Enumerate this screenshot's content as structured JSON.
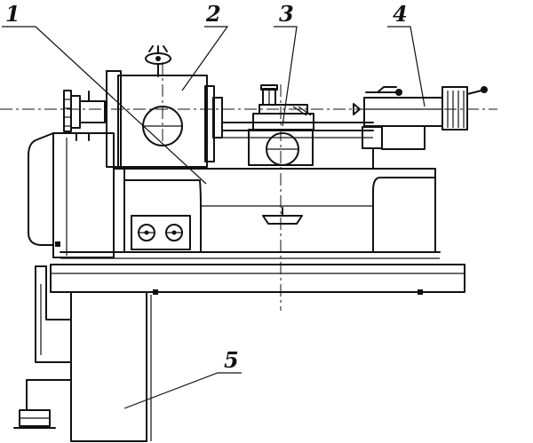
{
  "callouts": [
    {
      "id": "1",
      "text": "1"
    },
    {
      "id": "2",
      "text": "2"
    },
    {
      "id": "3",
      "text": "3"
    },
    {
      "id": "4",
      "text": "4"
    },
    {
      "id": "5",
      "text": "5"
    }
  ],
  "colors": {
    "ink": "#111111",
    "background": "#ffffff"
  }
}
